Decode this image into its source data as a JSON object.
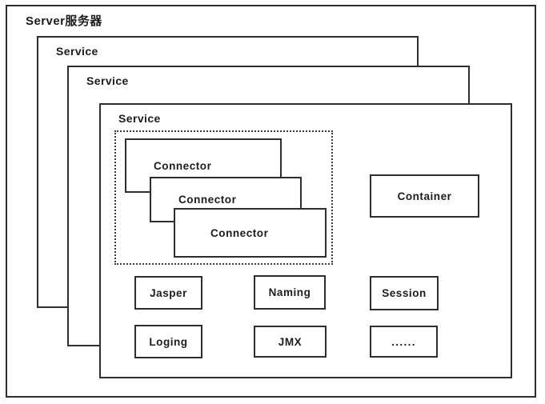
{
  "diagram": {
    "server": {
      "label": "Server服务器"
    },
    "services": [
      {
        "label": "Service"
      },
      {
        "label": "Service"
      },
      {
        "label": "Service"
      }
    ],
    "connectors": [
      {
        "label": "Connector"
      },
      {
        "label": "Connector"
      },
      {
        "label": "Connector"
      }
    ],
    "container": {
      "label": "Container"
    },
    "components": [
      {
        "label": "Jasper"
      },
      {
        "label": "Naming"
      },
      {
        "label": "Session"
      },
      {
        "label": "Loging"
      },
      {
        "label": "JMX"
      },
      {
        "label": "......"
      }
    ],
    "colors": {
      "line": "#2e2e2e",
      "background": "#ffffff",
      "text": "#1c1c1c"
    }
  }
}
